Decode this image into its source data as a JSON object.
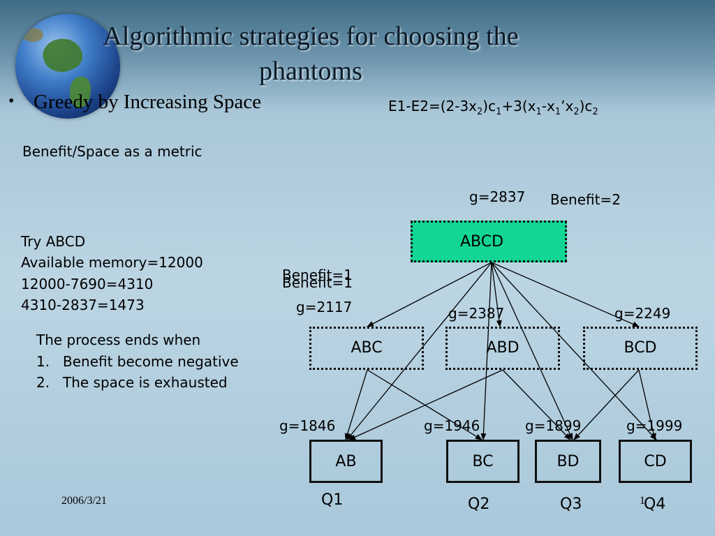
{
  "slide": {
    "title": "Algorithmic strategies for choosing the phantoms",
    "bullet_marker": "•",
    "bullet": "Greedy by Increasing Space",
    "formula": {
      "p1": "E1-E2=(2-3x",
      "s1": "2",
      "p2": ")c",
      "s2": "1",
      "p3": "+3(x",
      "s3": "1",
      "p4": "-x",
      "s4": "1",
      "p5": "’x",
      "s5": "2",
      "p6": ")c",
      "s6": "2"
    },
    "metric_note": "Benefit/Space as a metric",
    "calc_lines": [
      "Try ABCD",
      "Available memory=12000",
      "12000-7690=4310",
      "4310-2837=1473"
    ],
    "process_intro": "The process ends when",
    "process_items": [
      {
        "num": "1.",
        "text": "Benefit become negative"
      },
      {
        "num": "2.",
        "text": "The space is exhausted"
      }
    ],
    "footer_date": "2006/3/21",
    "page_number": "1"
  },
  "diagram": {
    "nodes": {
      "abcd": {
        "label": "ABCD",
        "g": "g=2837",
        "benefit": "Benefit=2"
      },
      "abc": {
        "label": "ABC",
        "g": "g=2117",
        "benefit_a": "Benefit=1",
        "benefit_b": "Benefit=1"
      },
      "abd": {
        "label": "ABD",
        "g": "g=2387"
      },
      "bcd": {
        "label": "BCD",
        "g": "g=2249"
      },
      "ab": {
        "label": "AB",
        "g": "g=1846",
        "query": "Q1"
      },
      "bc": {
        "label": "BC",
        "g": "g=1946",
        "query": "Q2"
      },
      "bd": {
        "label": "BD",
        "g": "g=1899",
        "query": "Q3"
      },
      "cd": {
        "label": "CD",
        "g": "g=1999",
        "query": "Q4"
      }
    }
  }
}
